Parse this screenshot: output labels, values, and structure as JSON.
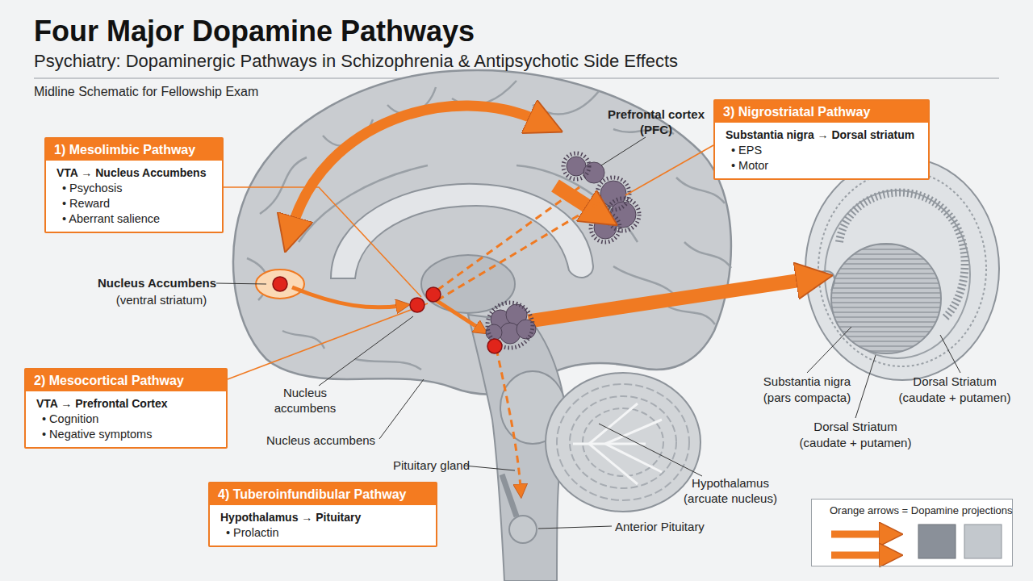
{
  "diagram": {
    "title": "Four Major Dopamine Pathways",
    "nodes": [
      {
        "text": [
          "1) Mesolimbic Pathway",
          "VTA → Nucleus Accumbens",
          "• Psychosis",
          "• Reward",
          "• Aberrant salience"
        ]
      },
      {
        "text": [
          "2) Mesocortical Pathway",
          "VTA → Prefrontal Cortex",
          "• Cognition",
          "• Negative symptoms"
        ]
      },
      {
        "text": [
          "3) Nigrostriatal Pathway",
          "Substantia nigra → Dorsal striatum",
          "• EPS",
          "• Motor"
        ]
      },
      {
        "text": [
          "4) Tuberoinfundibular Pathway",
          "Hypothalamus → Pituitary",
          "• Prolactin"
        ]
      }
    ],
    "labels": [
      "Psychiatry: Dopaminergic Pathways in Schizophrenia & Antipsychotic Side Effects",
      "Midline Schematic for Fellowship Exam",
      "Prefrontal cortex",
      "(PFC)",
      "Nucleus Accumbens",
      "(ventral striatum)",
      "Nucleus accumbens",
      "Nucleus accumbens",
      "Pituitary gland",
      "Substantia nigra",
      "(pars compacta)",
      "Dorsal Striatum",
      "(caudate + putamen)",
      "Dorsal Striatum",
      "(caudate + putamen)",
      "Hypothalamus",
      "(arcuate nucleus)",
      "Anterior Pituitary"
    ],
    "legend": [
      {
        "text": "Orange arrows = Dopamine projections"
      }
    ]
  }
}
